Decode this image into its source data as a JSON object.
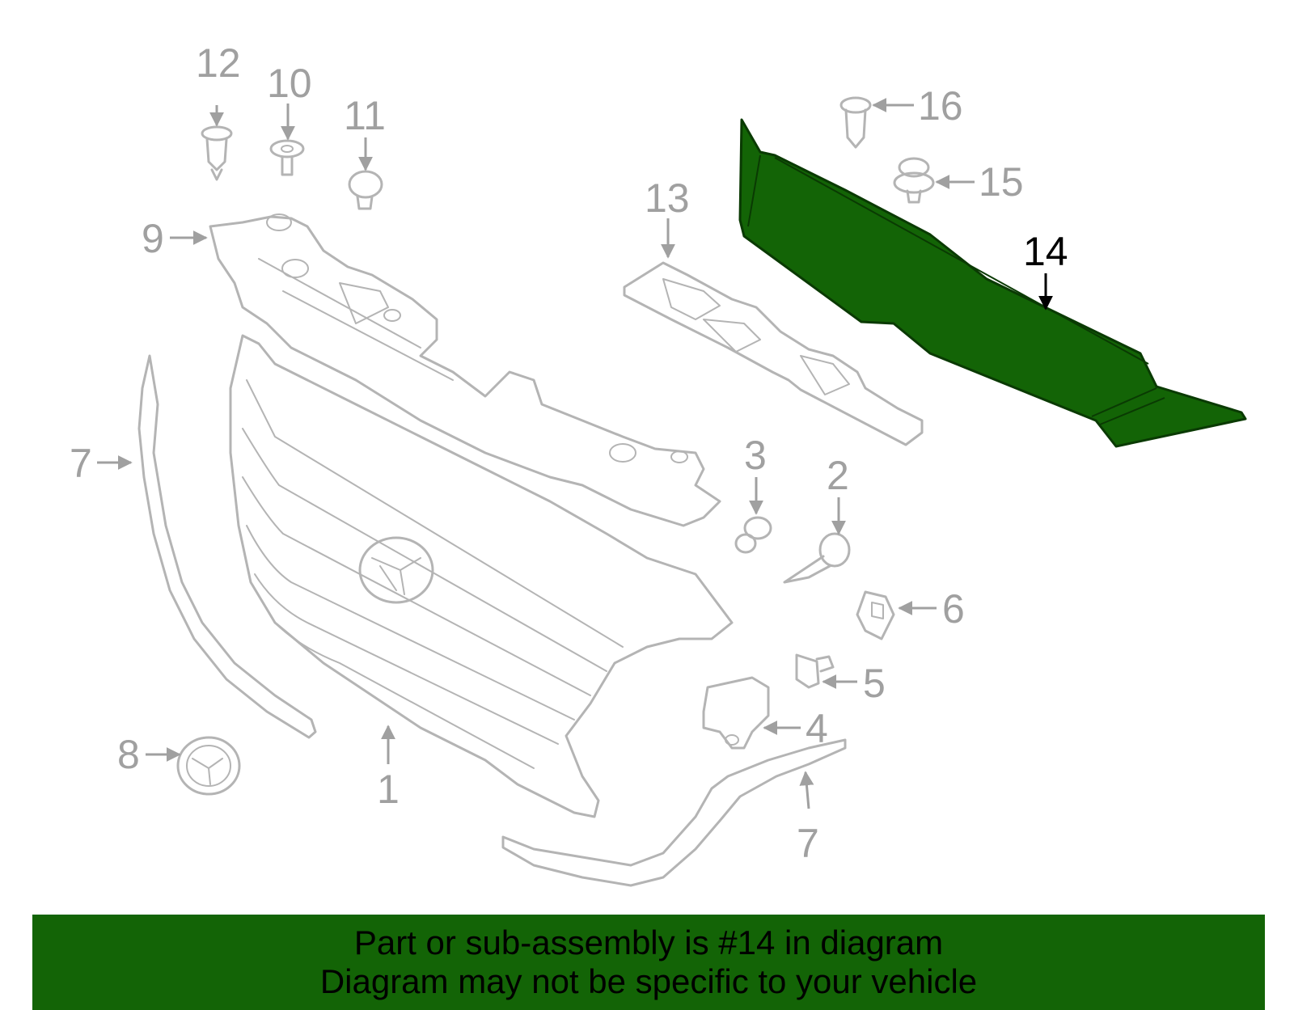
{
  "colors": {
    "highlight_fill": "#136406",
    "banner_bg": "#136406",
    "part_stroke": "#b4b4b4",
    "callout_gray": "#a0a0a0",
    "callout_highlight": "#000000"
  },
  "callouts": {
    "c1": "1",
    "c2": "2",
    "c3": "3",
    "c4": "4",
    "c5": "5",
    "c6": "6",
    "c7a": "7",
    "c7b": "7",
    "c8": "8",
    "c9": "9",
    "c10": "10",
    "c11": "11",
    "c12": "12",
    "c13": "13",
    "c14": "14",
    "c15": "15",
    "c16": "16"
  },
  "banner": {
    "line1": "Part or sub-assembly is #14 in diagram",
    "line2": "Diagram may not be specific to your vehicle"
  }
}
